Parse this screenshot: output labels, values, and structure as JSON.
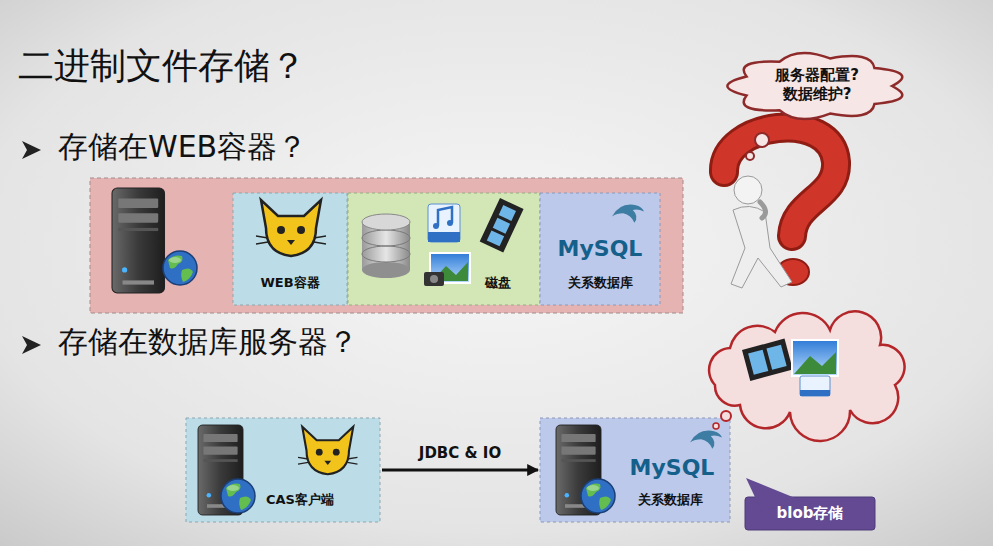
{
  "diagram": {
    "title": "二进制文件存储？",
    "nodes": [
      {
        "text": [
          "存储在WEB容器？"
        ]
      },
      {
        "text": [
          "WEB容器"
        ],
        "in": 0
      },
      {
        "text": [
          "磁盘"
        ],
        "in": 0
      },
      {
        "text": [
          "MySQL",
          "关系数据库"
        ],
        "in": 0
      },
      {
        "text": [
          "服务器配置? 数据维护?"
        ]
      },
      {
        "text": [
          "CAS客户端"
        ]
      },
      {
        "text": [
          "MySQL",
          "关系数据库"
        ]
      },
      {
        "text": [
          "blob存储"
        ]
      }
    ],
    "edges": [
      {
        "from": 5,
        "to": 6,
        "arrow": "to",
        "label": "JDBC & IO"
      }
    ],
    "labels": [
      "存储在数据库服务器？"
    ]
  }
}
